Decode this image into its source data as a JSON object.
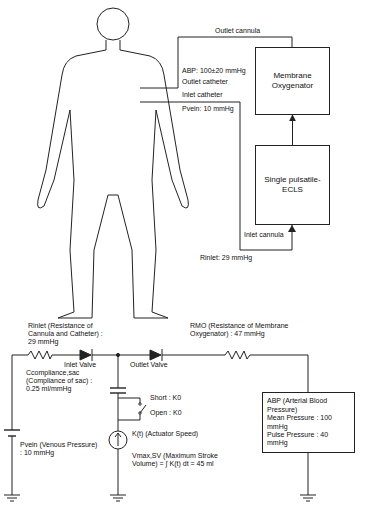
{
  "diagram": {
    "nodes": [
      {
        "text": [
          "Membrane Oxygenator"
        ]
      },
      {
        "text": [
          "Single pulsatile-ECLS"
        ]
      },
      {
        "text": [
          "ABP (Arterial Blood Pressure)",
          "Mean Pressure : 100 mmHg",
          "Pulse Pressure : 40 mmHg"
        ]
      }
    ],
    "edges": [
      {
        "from": 1,
        "to": 0,
        "arrow": "to"
      }
    ],
    "labels": [
      "Outlet cannula",
      "ABP: 100±20 mmHg",
      "Outlet catheter",
      "Inlet catheter",
      "Pvein: 10 mmHg",
      "Inlet cannula",
      "Rinlet: 29 mmHg",
      "Rinlet (Resistance of Cannula and Catheter) : 29 mmHg",
      "RMO (Resistance of Membrane Oxygenator) : 47 mmHg",
      "Inlet Valve",
      "Outlet Valve",
      "Ccompliance,sac (Compliance of sac) : 0.25 ml/mmHg",
      "Short : K0",
      "Open : K0",
      "Pvein (Venous Pressure) : 10 mmHg",
      "K(t) (Actuator Speed)",
      "Vmax,SV (Maximum Stroke Volume) = ∫ K(t) dt = 45 ml"
    ]
  }
}
